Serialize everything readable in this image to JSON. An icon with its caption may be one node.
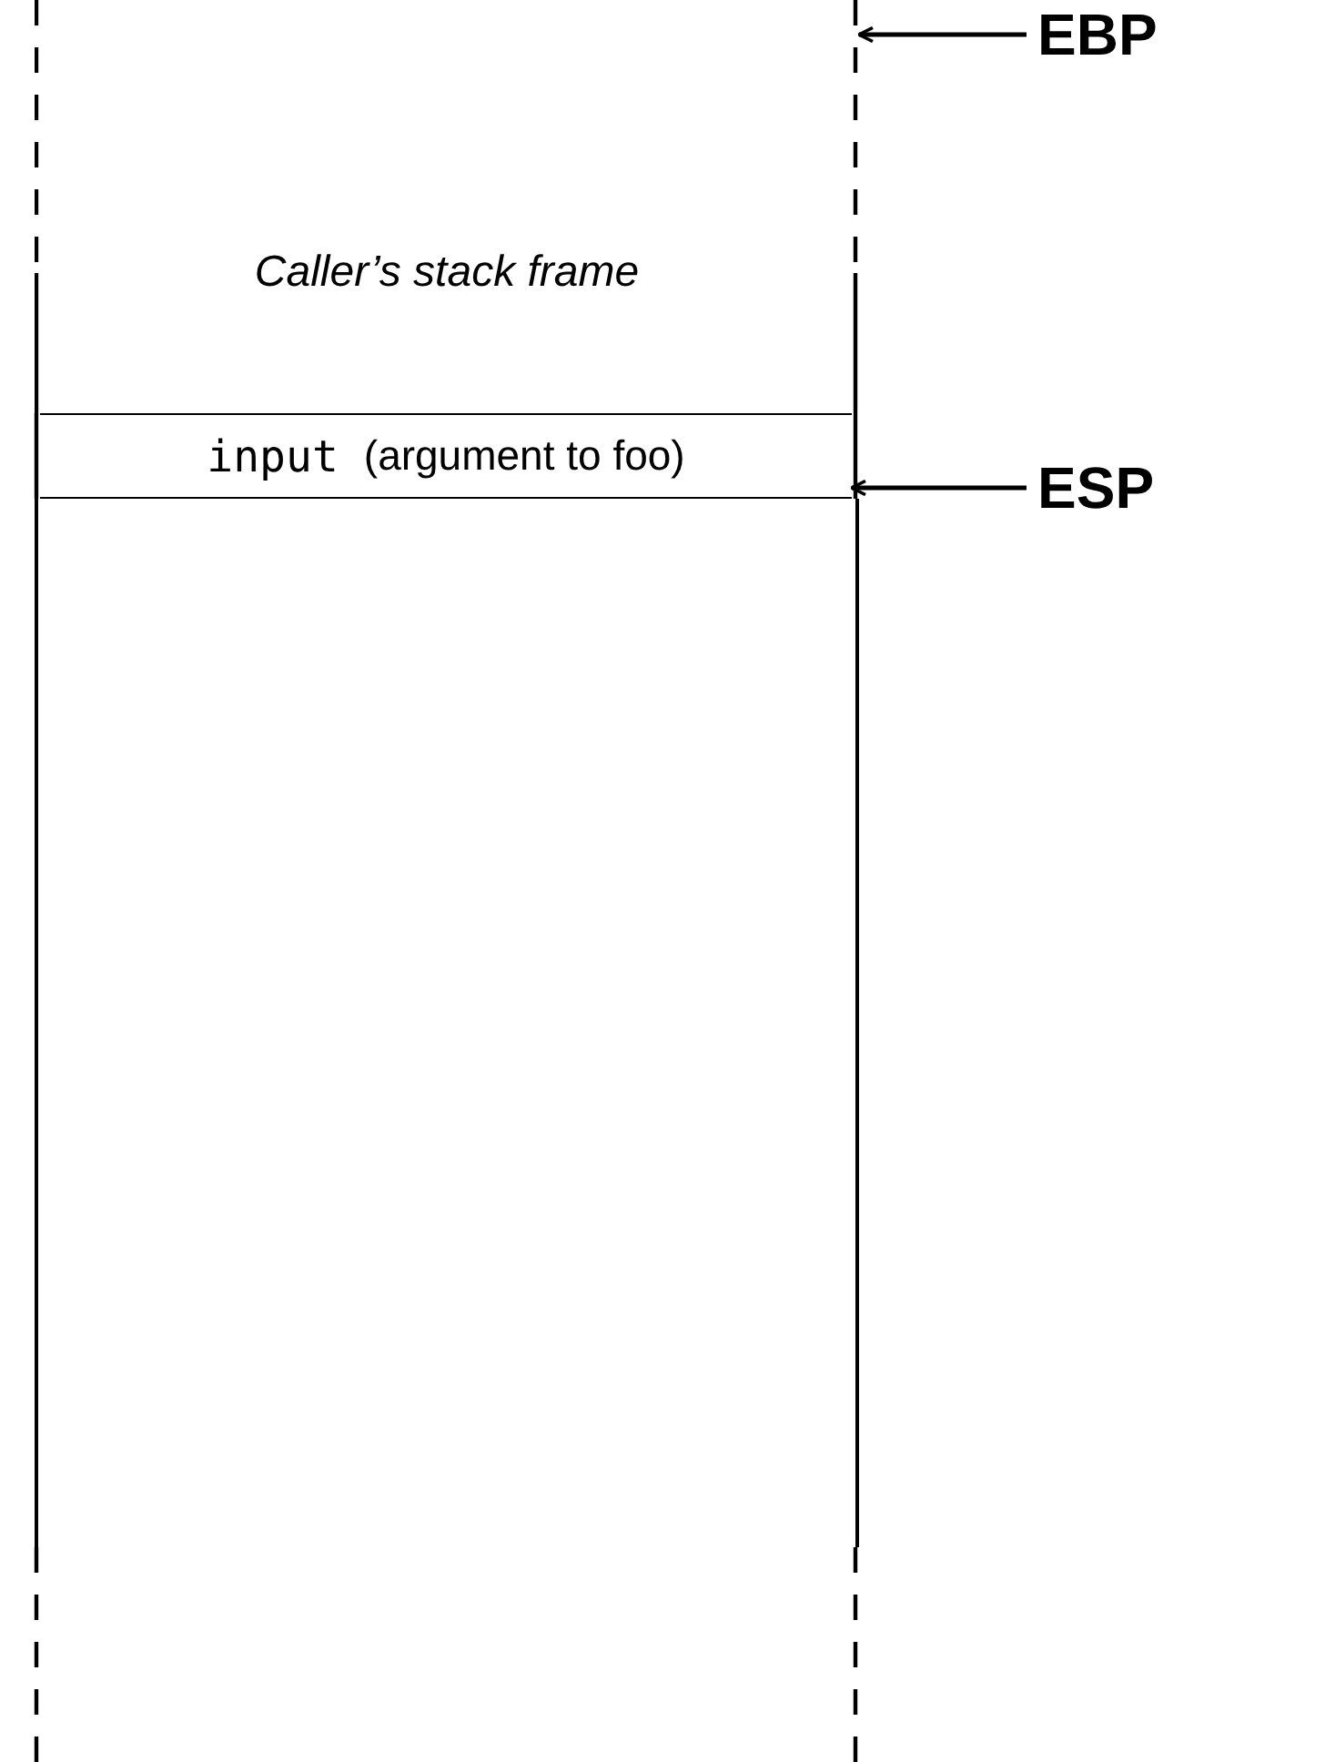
{
  "diagram": {
    "nodes": [
      {
        "text": [
          "EBP"
        ]
      },
      {
        "text": [
          "Caller’s stack frame"
        ]
      },
      {
        "text": [
          "input",
          "(argument to foo)"
        ]
      },
      {
        "text": [
          "ESP"
        ]
      },
      {
        "text": [],
        "shape": "box"
      }
    ],
    "edges": [
      {
        "from": 0,
        "to": 1,
        "arrow": "to"
      },
      {
        "from": 3,
        "to": 2,
        "arrow": "to"
      }
    ]
  }
}
